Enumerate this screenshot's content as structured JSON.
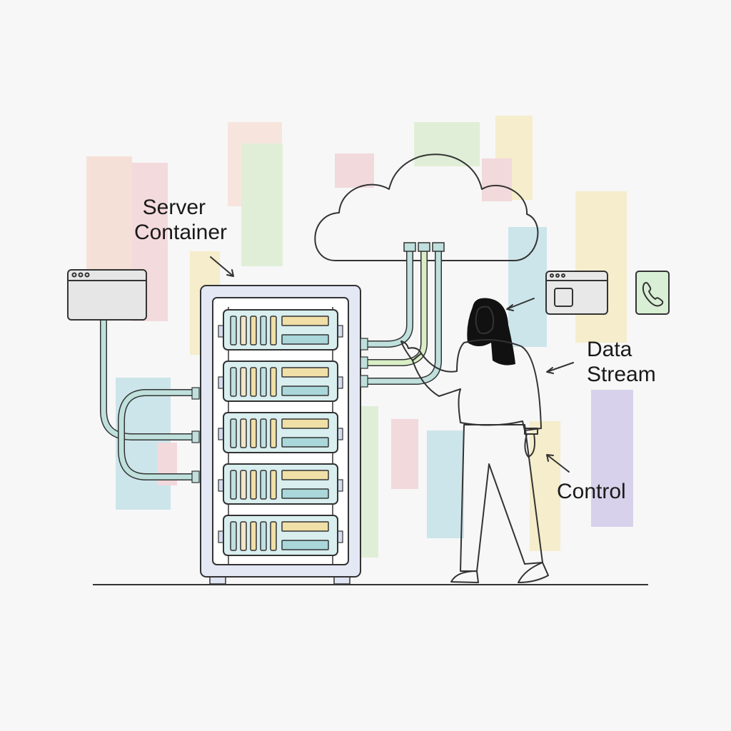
{
  "labels": {
    "server_container": [
      "Server",
      "Container"
    ],
    "data_stream": [
      "Data",
      "Stream"
    ],
    "control": "Control"
  },
  "icons": [
    "browser-window-icon",
    "app-window-icon",
    "phone-icon",
    "cloud-icon",
    "server-rack-icon",
    "person-icon"
  ],
  "colors": {
    "background": "#f7f7f7",
    "rack": "#e4e8f5",
    "unit": "#d6ecec",
    "cable": "#bfe0dd",
    "yellow": "#f0dfa6",
    "sweater": "#d9f0d6",
    "pants": "#d8d0ef",
    "phone_bg": "#d9efd5"
  }
}
